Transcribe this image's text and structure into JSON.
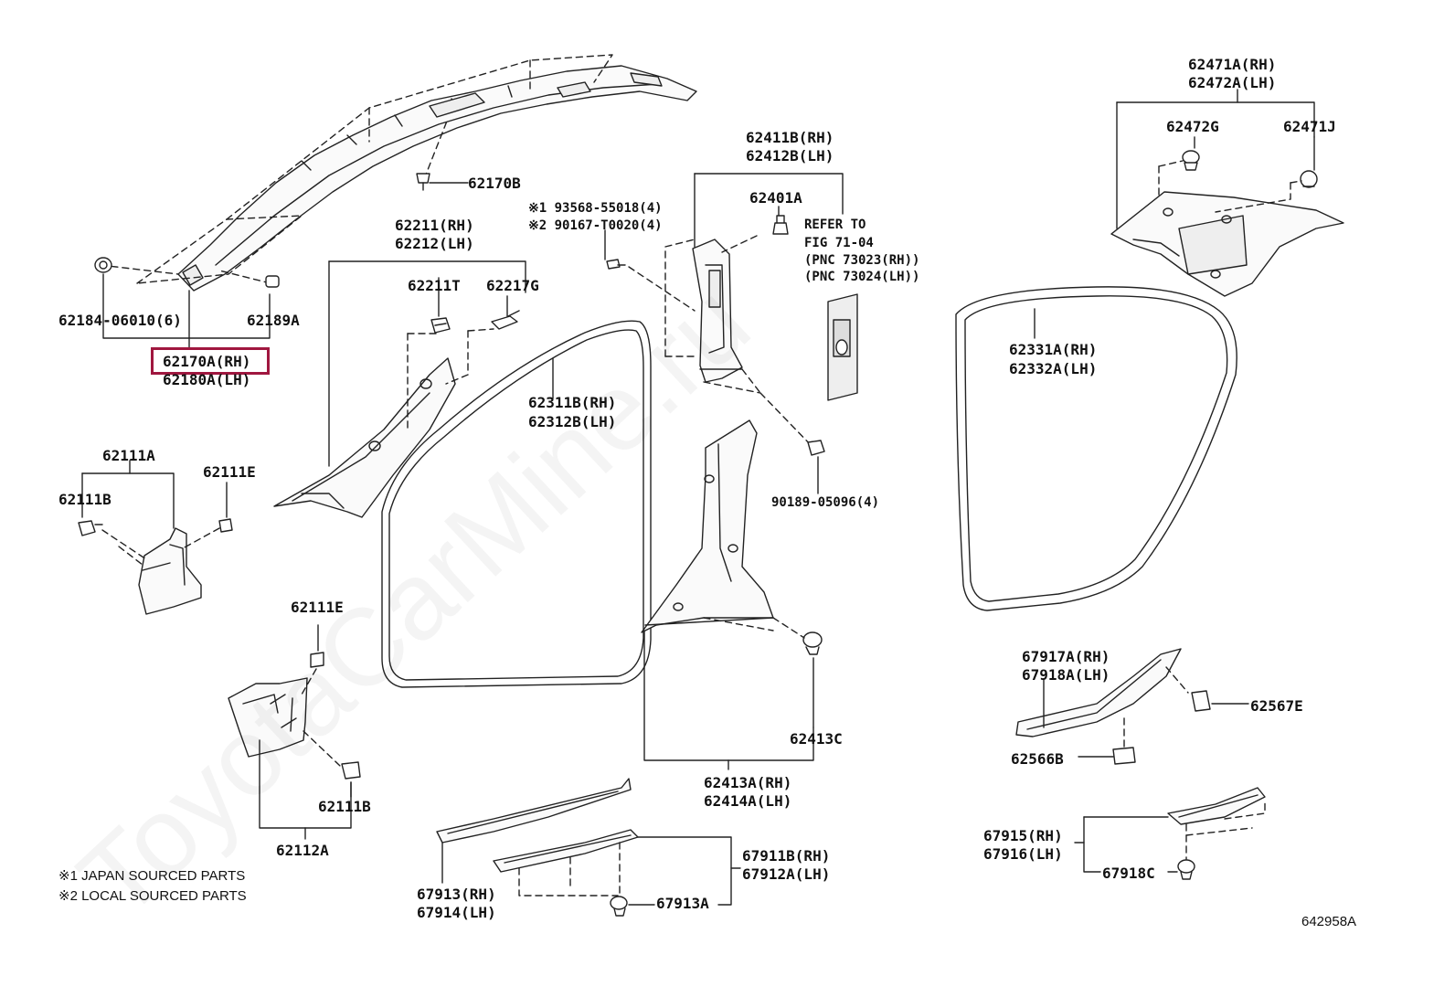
{
  "watermark": "ToyotaCarMine.ru",
  "highlight_color": "#a0173f",
  "diagram_id": "642958A",
  "notes": [
    "※1 JAPAN SOURCED PARTS",
    "※2 LOCAL SOURCED PARTS"
  ],
  "labels": {
    "l62170B": "62170B",
    "l62184": "62184-06010(6)",
    "l62189A": "62189A",
    "l62170A_rh": "62170A(RH)",
    "l62180A_lh": "62180A(LH)",
    "l62211_rh": "62211(RH)",
    "l62212_lh": "62212(LH)",
    "l62211T": "62211T",
    "l62217G": "62217G",
    "l93568": "※1 93568-55018(4)",
    "l90167": "※2 90167-T0020(4)",
    "l62411B_rh": "62411B(RH)",
    "l62412B_lh": "62412B(LH)",
    "l62401A": "62401A",
    "refer1": "REFER TO",
    "refer2": "FIG 71-04",
    "refer3": "(PNC 73023(RH))",
    "refer4": "(PNC 73024(LH))",
    "l62311B_rh": "62311B(RH)",
    "l62312B_lh": "62312B(LH)",
    "l90189": "90189-05096(4)",
    "l62471A_rh": "62471A(RH)",
    "l62472A_lh": "62472A(LH)",
    "l62472G": "62472G",
    "l62471J": "62471J",
    "l62331A_rh": "62331A(RH)",
    "l62332A_lh": "62332A(LH)",
    "l62111A": "62111A",
    "l62111E_top": "62111E",
    "l62111B_top": "62111B",
    "l62111E_mid": "62111E",
    "l62111B_bot": "62111B",
    "l62112A": "62112A",
    "l62413C": "62413C",
    "l62413A_rh": "62413A(RH)",
    "l62414A_lh": "62414A(LH)",
    "l67917A_rh": "67917A(RH)",
    "l67918A_lh": "67918A(LH)",
    "l62567E": "62567E",
    "l62566B": "62566B",
    "l67911B_rh": "67911B(RH)",
    "l67912A_lh": "67912A(LH)",
    "l67913_rh": "67913(RH)",
    "l67914_lh": "67914(LH)",
    "l67913A": "67913A",
    "l67915_rh": "67915(RH)",
    "l67916_lh": "67916(LH)",
    "l67918C": "67918C"
  }
}
